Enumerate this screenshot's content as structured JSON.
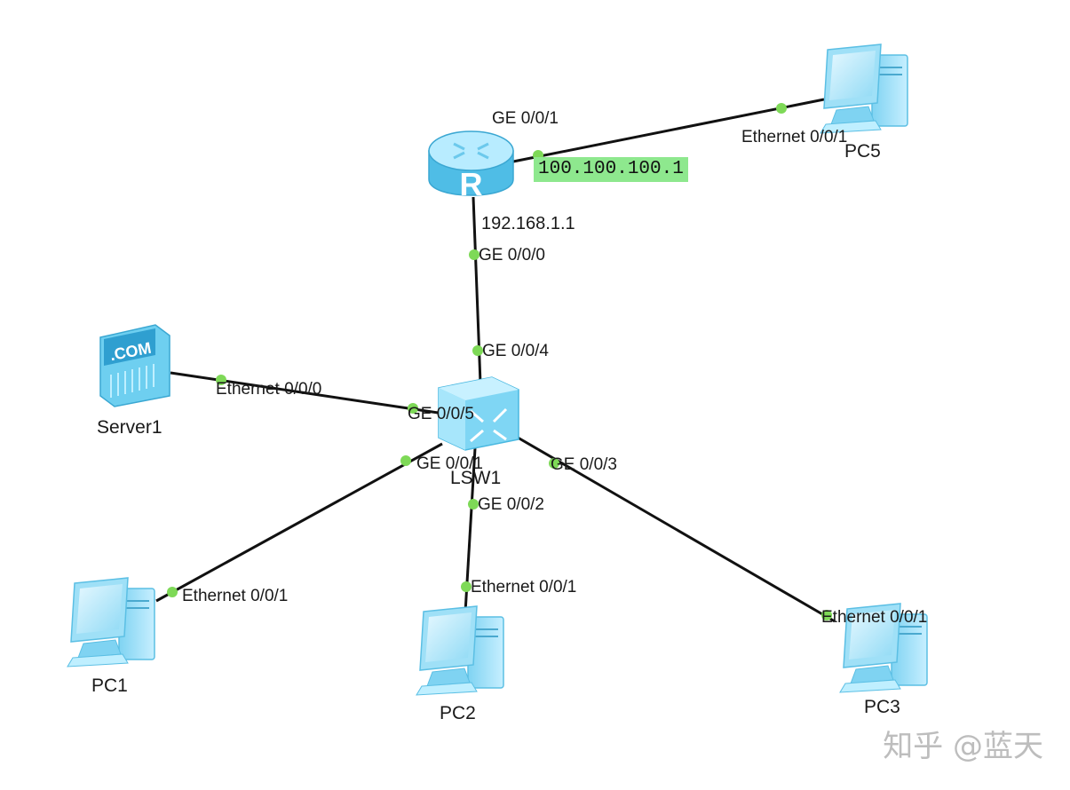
{
  "devices": {
    "router": {
      "ip_wan": "100.100.100.1",
      "ip_lan": "192.168.1.1",
      "icon_letter": "R"
    },
    "switch": {
      "name": "LSW1"
    },
    "server": {
      "name": "Server1",
      "badge": ".COM"
    },
    "pc1": {
      "name": "PC1"
    },
    "pc2": {
      "name": "PC2"
    },
    "pc3": {
      "name": "PC3"
    },
    "pc5": {
      "name": "PC5"
    }
  },
  "ports": {
    "router_ge001": "GE 0/0/1",
    "router_ge000": "GE 0/0/0",
    "pc5_eth": "Ethernet 0/0/1",
    "sw_ge004": "GE 0/0/4",
    "sw_ge005": "GE 0/0/5",
    "sw_ge001": "GE 0/0/1",
    "sw_ge002": "GE 0/0/2",
    "sw_ge003": "GE 0/0/3",
    "server_eth": "Ethernet 0/0/0",
    "pc1_eth": "Ethernet 0/0/1",
    "pc2_eth": "Ethernet 0/0/1",
    "pc3_eth": "Ethernet 0/0/1"
  },
  "watermark": "知乎 @蓝天",
  "colors": {
    "link": "#111111",
    "port_dot": "#7ed957",
    "ip_highlight": "#8ee88e",
    "device_blue": "#6ecff0"
  }
}
